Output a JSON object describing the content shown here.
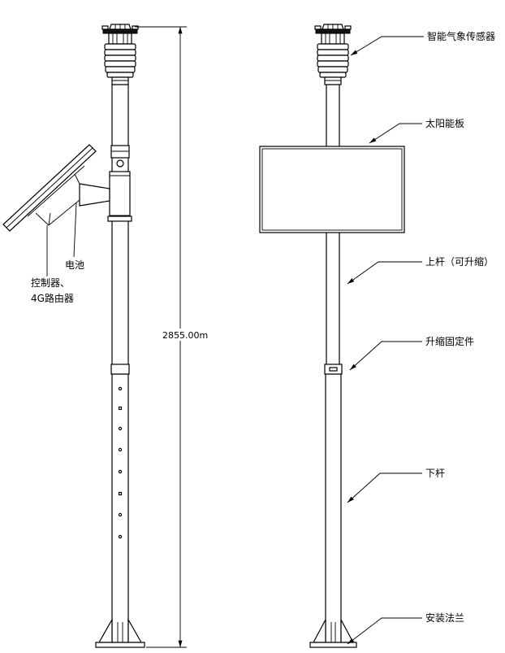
{
  "labels": {
    "sensor": "智能气象传感器",
    "solar_panel": "太阳能板",
    "upper_pole": "上杆（可升缩）",
    "collar": "升缩固定件",
    "lower_pole": "下杆",
    "flange": "安装法兰",
    "battery": "电池",
    "controller_line1": "控制器、",
    "controller_line2": "4G路由器"
  },
  "dimension": {
    "height": "2855.00m"
  },
  "colors": {
    "line": "#000000",
    "background": "#ffffff"
  }
}
